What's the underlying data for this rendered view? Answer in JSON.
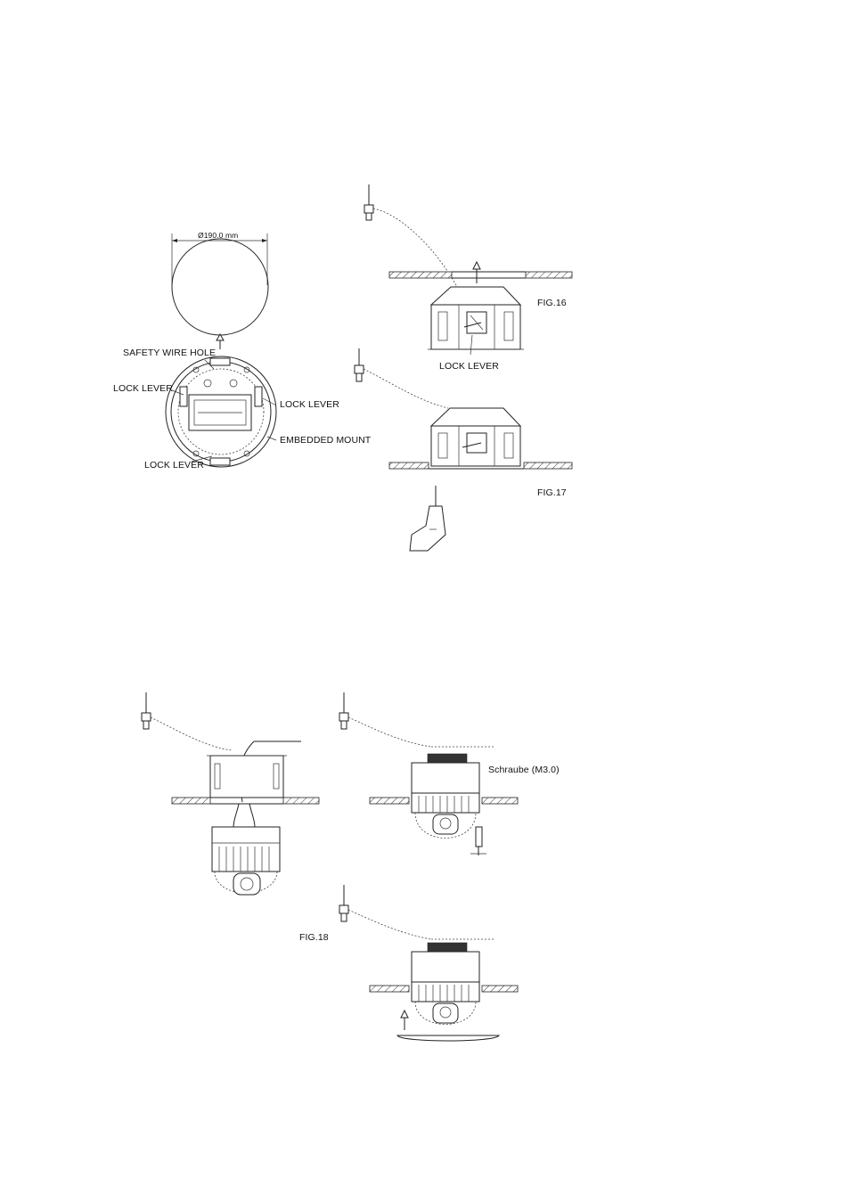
{
  "figures": {
    "mount_top_view": {
      "diameter_label": "Ø190.0 mm",
      "safety_wire_hole": "SAFETY WIRE HOLE",
      "lock_lever_upper_left": "LOCK LEVER",
      "lock_lever_right": "LOCK LEVER",
      "embedded_mount": "EMBEDDED MOUNT",
      "lock_lever_bottom": "LOCK LEVER"
    },
    "fig16": {
      "caption": "FIG.16",
      "lock_lever": "LOCK LEVER"
    },
    "fig17": {
      "caption": "FIG.17"
    },
    "fig18": {
      "caption": "FIG.18",
      "screw_label": "Schraube (M3.0)"
    }
  }
}
